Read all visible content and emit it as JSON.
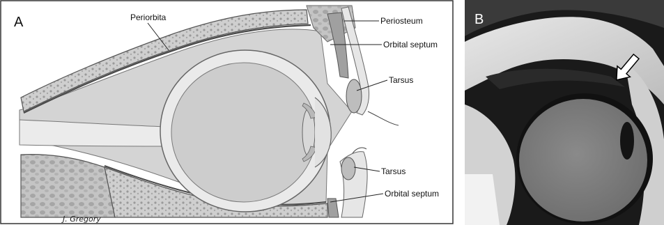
{
  "panel_a": {
    "letter": "A",
    "labels": {
      "periorbita": "Periorbita",
      "periosteum": "Periosteum",
      "orbital_septum_upper": "Orbital septum",
      "tarsus_upper": "Tarsus",
      "tarsus_lower": "Tarsus",
      "orbital_septum_lower": "Orbital septum"
    },
    "signature": "J. Gregory"
  },
  "panel_b": {
    "letter": "B"
  }
}
